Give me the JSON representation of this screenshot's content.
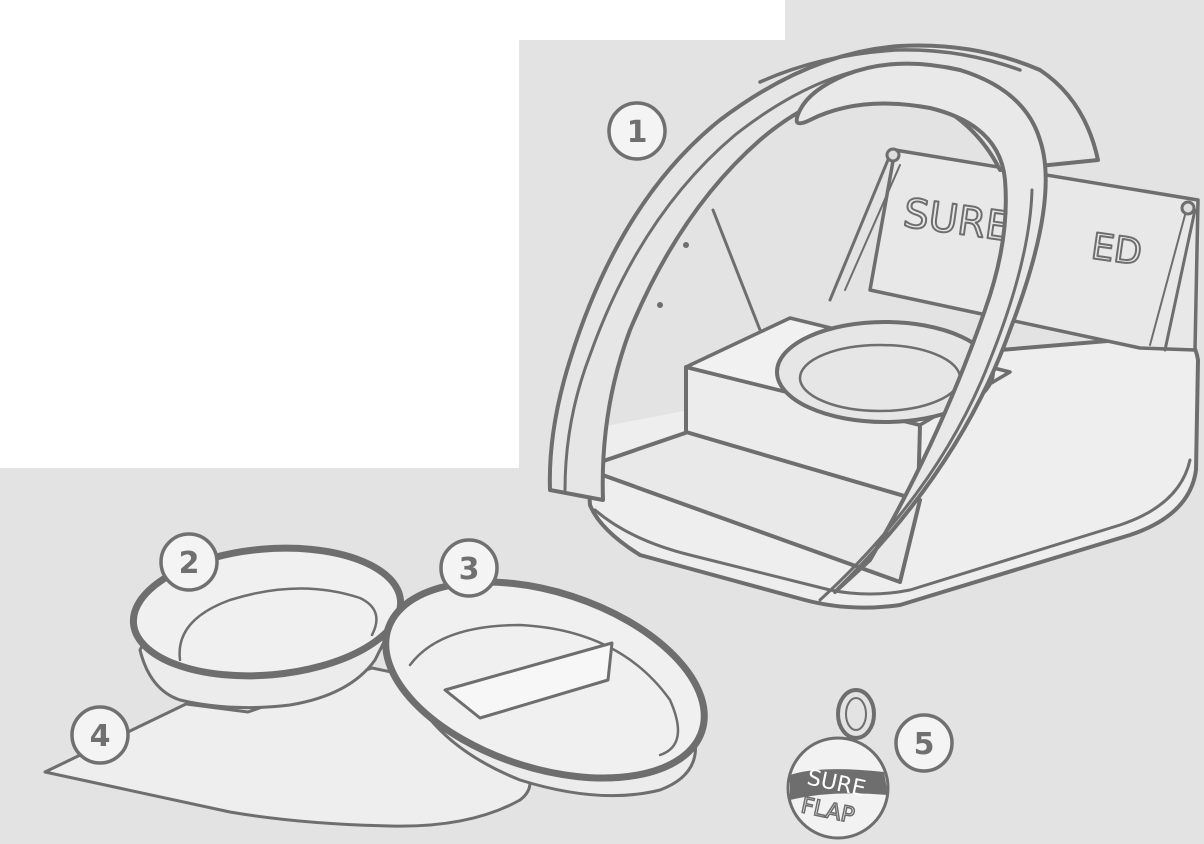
{
  "colors": {
    "panel_fill": "#e3e3e3",
    "outline": "#6e6e6e",
    "part_fill": "#efefef",
    "callout_fill": "#f4f4f4"
  },
  "callouts": [
    {
      "label": "1",
      "part": "feeder-unit"
    },
    {
      "label": "2",
      "part": "single-bowl"
    },
    {
      "label": "3",
      "part": "split-bowl"
    },
    {
      "label": "4",
      "part": "mat"
    },
    {
      "label": "5",
      "part": "collar-tag"
    }
  ],
  "feeder": {
    "lid_brand_left": "SURE",
    "lid_brand_right": "ED"
  },
  "tag": {
    "line1": "SURE",
    "line2": "FLAP"
  }
}
